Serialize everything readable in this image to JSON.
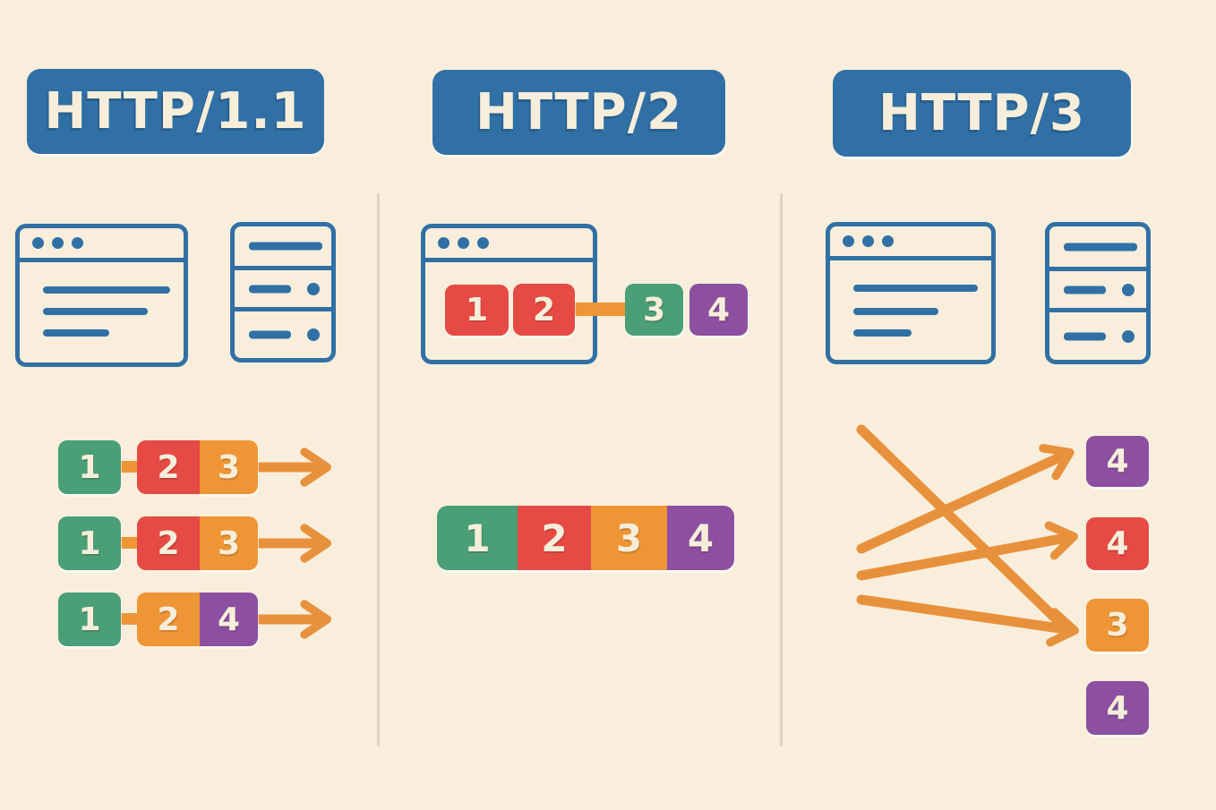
{
  "colors": {
    "background": "#f8eedb",
    "blue": "#3170a5",
    "green": "#4a9f77",
    "red": "#e64a44",
    "orange": "#ee9535",
    "purple": "#8d4fa0",
    "arrow": "#e8913c",
    "label_text": "#f6eeda",
    "divider": "#dcd4c1"
  },
  "columns": [
    {
      "title": "HTTP/1.1",
      "icons": [
        "browser-window",
        "server"
      ],
      "connections": [
        {
          "boxes": [
            {
              "label": "1",
              "color": "green"
            },
            {
              "label": "2",
              "color": "red"
            },
            {
              "label": "3",
              "color": "orange"
            }
          ]
        },
        {
          "boxes": [
            {
              "label": "1",
              "color": "green"
            },
            {
              "label": "2",
              "color": "red"
            },
            {
              "label": "3",
              "color": "orange"
            }
          ]
        },
        {
          "boxes": [
            {
              "label": "1",
              "color": "green"
            },
            {
              "label": "2",
              "color": "orange"
            },
            {
              "label": "4",
              "color": "purple"
            }
          ]
        }
      ]
    },
    {
      "title": "HTTP/2",
      "icons": [
        "browser-window"
      ],
      "browser_queue": [
        {
          "label": "1",
          "color": "red"
        },
        {
          "label": "2",
          "color": "red"
        }
      ],
      "outgoing": [
        {
          "label": "3",
          "color": "green"
        },
        {
          "label": "4",
          "color": "purple"
        }
      ],
      "multiplexed_stream": [
        {
          "label": "1",
          "color": "green"
        },
        {
          "label": "2",
          "color": "red"
        },
        {
          "label": "3",
          "color": "orange"
        },
        {
          "label": "4",
          "color": "purple"
        }
      ]
    },
    {
      "title": "HTTP/3",
      "icons": [
        "browser-window",
        "server"
      ],
      "packets": [
        {
          "label": "4",
          "color": "purple"
        },
        {
          "label": "4",
          "color": "red"
        },
        {
          "label": "3",
          "color": "orange"
        },
        {
          "label": "4",
          "color": "purple"
        }
      ]
    }
  ]
}
